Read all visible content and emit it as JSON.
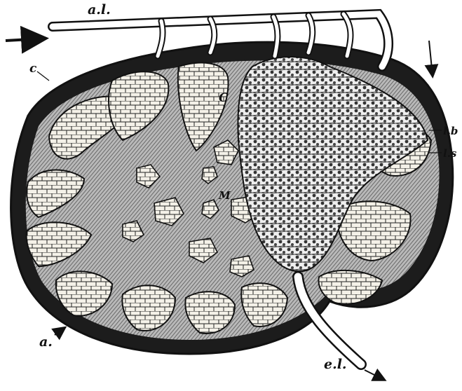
{
  "figure": {
    "colors": {
      "ink": "#111111",
      "capsule": "#1c1c1c",
      "tissue": "#8c8c8c",
      "cells": "#f4f1e8",
      "background": "#ffffff"
    },
    "labels": {
      "afferent_vessel": "a.l.",
      "capsule": "c",
      "cortex": "C",
      "medulla": "M",
      "lymph_b": "l.b",
      "lymph_s": "l.s",
      "efferent_left": "a.",
      "efferent_bottom": "e.l."
    }
  }
}
